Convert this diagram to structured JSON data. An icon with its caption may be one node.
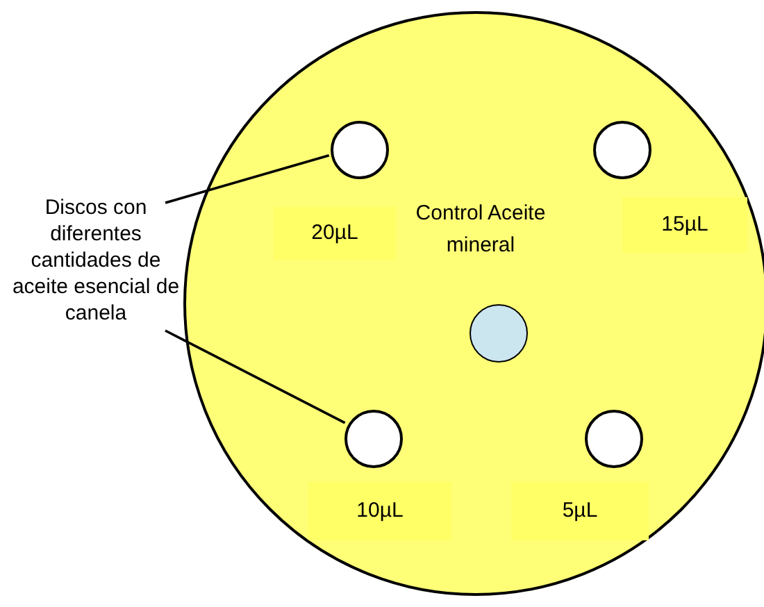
{
  "diagram": {
    "nodes": [
      {
        "text": [],
        "shape": "circle"
      },
      {
        "text": [],
        "shape": "circle",
        "in": 0
      },
      {
        "text": [],
        "shape": "circle",
        "in": 0
      },
      {
        "text": [
          "20µL"
        ],
        "in": 0
      },
      {
        "text": [
          "15µL"
        ],
        "in": 0
      },
      {
        "text": [],
        "shape": "circle",
        "in": 0
      },
      {
        "text": [],
        "shape": "circle",
        "in": 0
      },
      {
        "text": [],
        "shape": "circle",
        "in": 0
      },
      {
        "text": [
          "10µL"
        ],
        "in": 0
      },
      {
        "text": [
          "5µL"
        ],
        "in": 0
      },
      {
        "text": [
          "Discos con diferentes cantidades de aceite esencial de canela"
        ]
      }
    ],
    "edges": [
      {
        "from": 10,
        "to": 1,
        "arrow": "none"
      },
      {
        "from": 10,
        "to": 6,
        "arrow": "none"
      }
    ],
    "labels": [
      "Control Aceite mineral"
    ]
  }
}
